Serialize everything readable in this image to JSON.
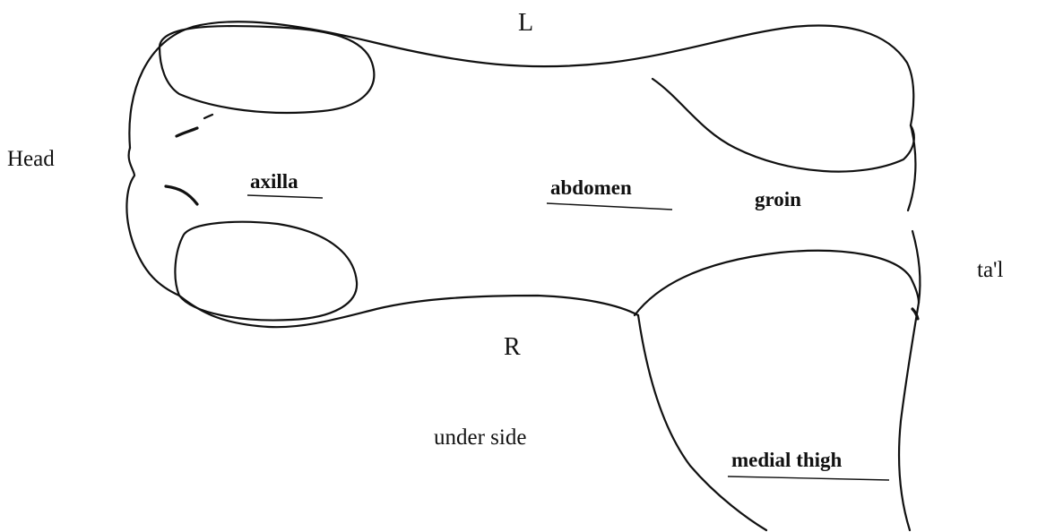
{
  "labels": {
    "head": "Head",
    "left": "L",
    "right": "R",
    "tail": "ta'l",
    "under_side": "under side",
    "axilla": "axilla",
    "abdomen": "abdomen",
    "groin": "groin",
    "medial_thigh": "medial thigh"
  }
}
